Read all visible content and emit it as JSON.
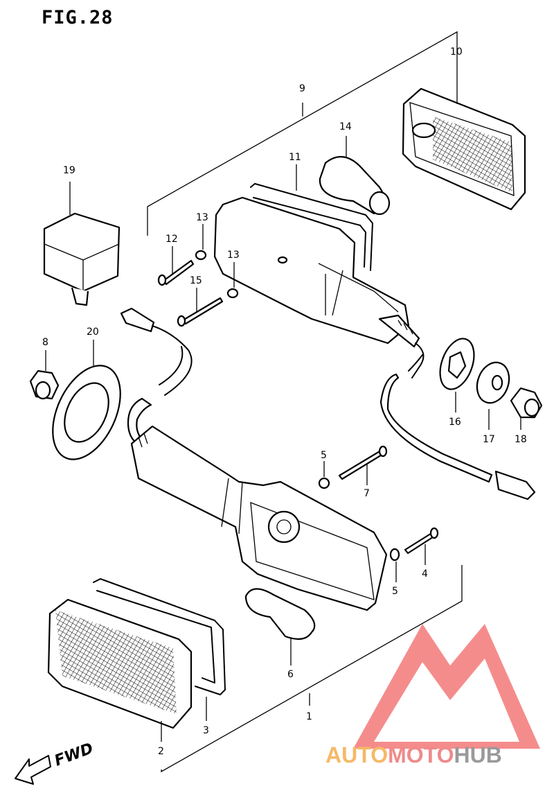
{
  "figure": {
    "title": "FIG.28"
  },
  "callouts": [
    "1",
    "2",
    "3",
    "4",
    "5",
    "5",
    "6",
    "7",
    "8",
    "9",
    "10",
    "11",
    "12",
    "13",
    "13",
    "14",
    "15",
    "16",
    "17",
    "18",
    "19",
    "20"
  ],
  "direction": {
    "label": "FWD"
  },
  "watermark": {
    "brand": "AUTOMOTOHUB",
    "brand_part_1": "AUTO",
    "brand_part_2": "MOTO",
    "brand_part_3": "HUB",
    "colors": {
      "part_1": "#f6b967",
      "part_2": "#f08a8a",
      "part_3": "#9a9a9a",
      "triangle": "#f26f6f"
    }
  }
}
